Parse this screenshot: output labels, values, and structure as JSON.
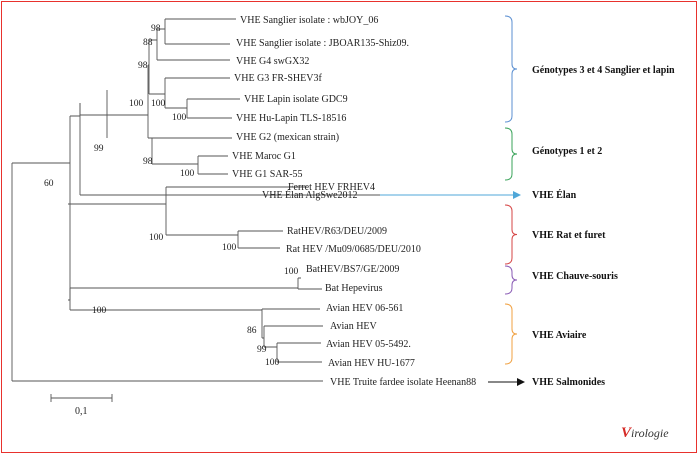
{
  "taxa": [
    "VHE Sanglier isolate : wbJOY_06",
    "VHE Sanglier isolate : JBOAR135-Shiz09.",
    "VHE G4 swGX32",
    "VHE G3 FR-SHEV3f",
    "VHE Lapin isolate GDC9",
    "VHE Hu-Lapin TLS-18516",
    "VHE G2 (mexican strain)",
    "VHE Maroc G1",
    "VHE G1 SAR-55",
    "VHE Élan AlgSwe2012",
    "Ferret HEV FRHEV4",
    "RatHEV/R63/DEU/2009",
    "Rat HEV /Mu09/0685/DEU/2010",
    "BatHEV/BS7/GE/2009",
    "Bat Hepevirus",
    "Avian HEV 06-561",
    "Avian HEV",
    "Avian HEV 05-5492.",
    "Avian HEV HU-1677",
    "VHE Truite fardee isolate Heenan88"
  ],
  "bootstrap": [
    "98",
    "88",
    "98",
    "100",
    "100",
    "100",
    "98",
    "100",
    "99",
    "60",
    "100",
    "100",
    "100",
    "100",
    "86",
    "99",
    "100"
  ],
  "groups": [
    {
      "label": "Génotypes 3 et 4 Sanglier et lapin",
      "color": "#5b8fd1"
    },
    {
      "label": "Génotypes 1 et 2",
      "color": "#3aa35a"
    },
    {
      "label": "VHE Élan",
      "color": "#4fa7d8"
    },
    {
      "label": "VHE Rat et furet",
      "color": "#d64545"
    },
    {
      "label": "VHE Chauve-souris",
      "color": "#8a5bb5"
    },
    {
      "label": "VHE Aviaire",
      "color": "#f0a040"
    },
    {
      "label": "VHE Salmonides",
      "color": "#111111"
    }
  ],
  "scale_label": "0,1",
  "logo": {
    "letter": "V",
    "rest": "irologie"
  }
}
